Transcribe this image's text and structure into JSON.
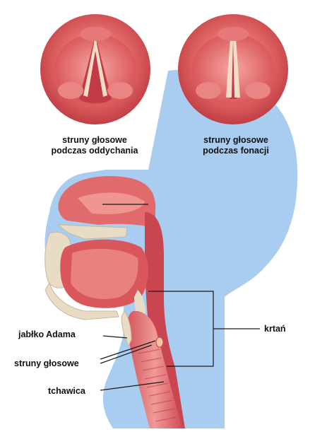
{
  "captions": {
    "breathing": [
      "struny głosowe",
      "podczas oddychania"
    ],
    "phonation": [
      "struny głosowe",
      "podczas fonacji"
    ]
  },
  "labels": {
    "adams_apple": "jabłko Adama",
    "vocal_cords": "struny głosowe",
    "trachea": "tchawica",
    "larynx": "krtań"
  },
  "colors": {
    "background": "#ffffff",
    "head_silhouette": "#a9cdf0",
    "tissue_dark": "#c9454f",
    "tissue_light": "#ef8f8f",
    "bone": "#e8dcc6",
    "leader_line": "#1a1a1a"
  }
}
